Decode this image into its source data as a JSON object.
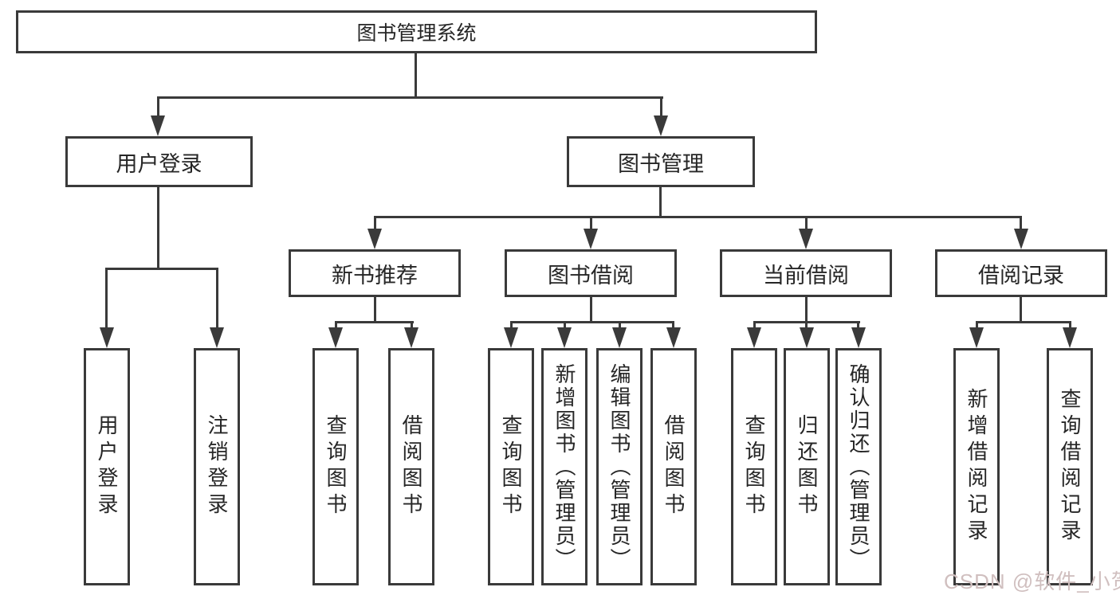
{
  "diagram_title": "图书管理系统",
  "tree": {
    "root": "图书管理系统",
    "branches": [
      {
        "label": "用户登录",
        "children": [
          {
            "label": "用户登录"
          },
          {
            "label": "注销登录"
          }
        ]
      },
      {
        "label": "图书管理",
        "children": [
          {
            "label": "新书推荐",
            "children": [
              {
                "label": "查询图书"
              },
              {
                "label": "借阅图书"
              }
            ]
          },
          {
            "label": "图书借阅",
            "children": [
              {
                "label": "查询图书"
              },
              {
                "label": "新增图书（管理员）"
              },
              {
                "label": "编辑图书（管理员）"
              },
              {
                "label": "借阅图书"
              }
            ]
          },
          {
            "label": "当前借阅",
            "children": [
              {
                "label": "查询图书"
              },
              {
                "label": "归还图书"
              },
              {
                "label": "确认归还（管理员）"
              }
            ]
          },
          {
            "label": "借阅记录",
            "children": [
              {
                "label": "新增借阅记录"
              },
              {
                "label": "查询借阅记录"
              }
            ]
          }
        ]
      }
    ]
  },
  "watermark": {
    "text": "CSDN @软件_小贺同学",
    "color": "#d0bfbf"
  },
  "colors": {
    "line": "#3a3a3a",
    "text": "#262626",
    "background": "#ffffff"
  }
}
